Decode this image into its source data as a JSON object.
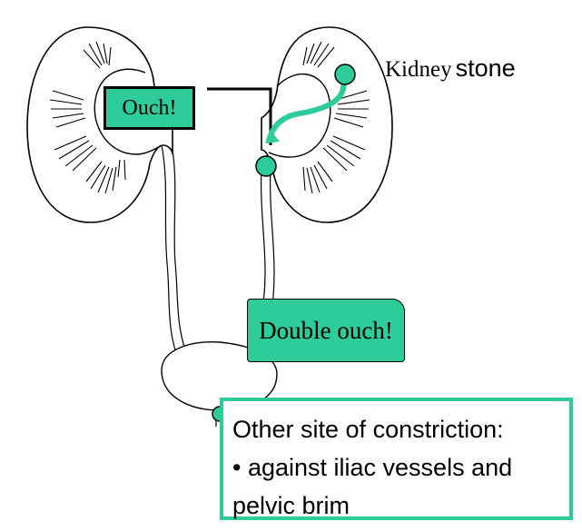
{
  "labels": {
    "ouch": "Ouch!",
    "kidney_stone_word1": "Kidney",
    "kidney_stone_word2": "stone",
    "double_ouch": "Double ouch!"
  },
  "constriction_note": {
    "line1": "Other site of constriction:",
    "line2": "• against iliac vessels and",
    "line3": "pelvic brim"
  },
  "colors": {
    "accent": "#2ecc9a",
    "outline": "#000000",
    "background": "#ffffff"
  }
}
